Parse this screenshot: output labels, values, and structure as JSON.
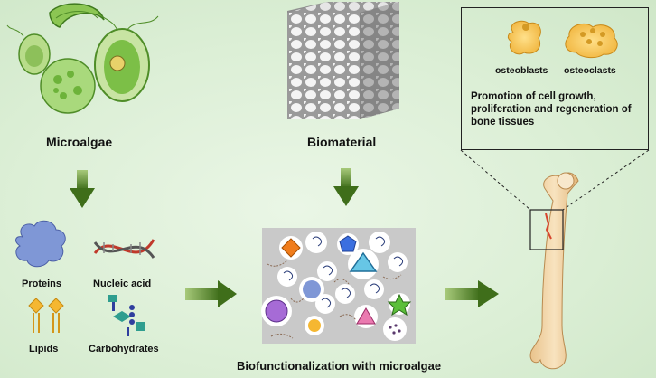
{
  "sources": {
    "microalgae": "Microalgae",
    "biomaterial": "Biomaterial"
  },
  "components": {
    "proteins": "Proteins",
    "nucleic_acid": "Nucleic acid",
    "lipids": "Lipids",
    "carbohydrates": "Carbohydrates"
  },
  "result": {
    "title": "Biofunctionalization with microalgae"
  },
  "bone_panel": {
    "cell1": "osteoblasts",
    "cell2": "osteoclasts",
    "promotion": "Promotion of cell growth, proliferation and regeneration of bone tissues"
  },
  "colors": {
    "arrow": "#4c7a22",
    "algae": "#7cc04a",
    "bone": "#f2d4a0",
    "cell": "#f5c65c",
    "scaffold_bg": "#c9c9c9"
  }
}
